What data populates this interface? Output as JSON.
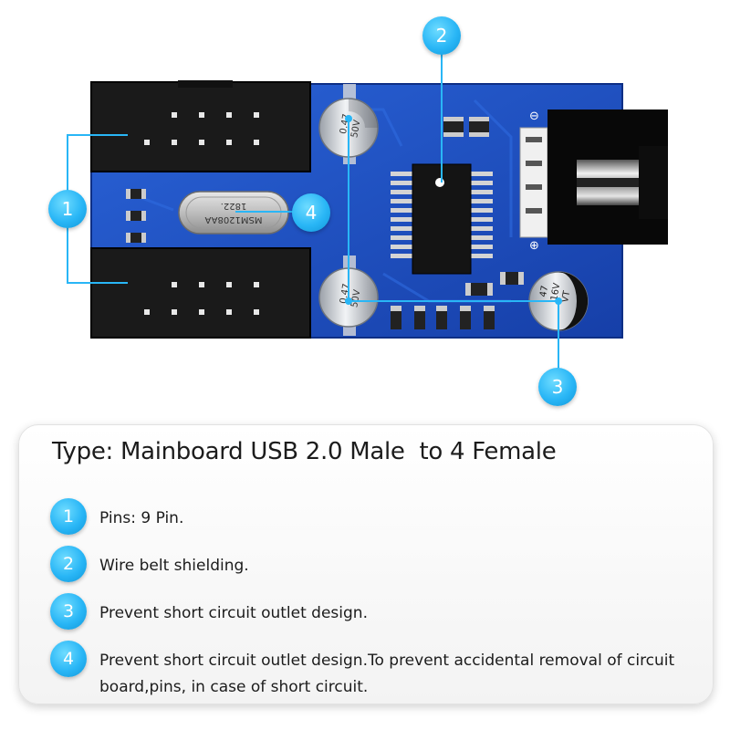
{
  "callouts": {
    "c1": "1",
    "c2": "2",
    "c3": "3",
    "c4": "4"
  },
  "board": {
    "crystal_line1": "1822.",
    "crystal_line2": "MSM1208AA",
    "cap1_line1": "0.47",
    "cap1_line2": "50V",
    "cap2_line1": "0.47",
    "cap2_line2": "50V",
    "cap3_line1": "47",
    "cap3_line2": "16V",
    "cap3_line3": "VT"
  },
  "card": {
    "title": "Type: Mainboard USB 2.0 Male  to 4 Female",
    "features": [
      {
        "num": "1",
        "text": "Pins: 9 Pin."
      },
      {
        "num": "2",
        "text": "Wire belt shielding."
      },
      {
        "num": "3",
        "text": "Prevent short circuit outlet design."
      },
      {
        "num": "4",
        "text": "Prevent short circuit outlet design.To prevent accidental removal of circuit board,pins, in case of short circuit."
      }
    ]
  },
  "colors": {
    "pcb": "#1d4fc4",
    "callout": "#29b6f6",
    "header": "#1a1a1a"
  }
}
